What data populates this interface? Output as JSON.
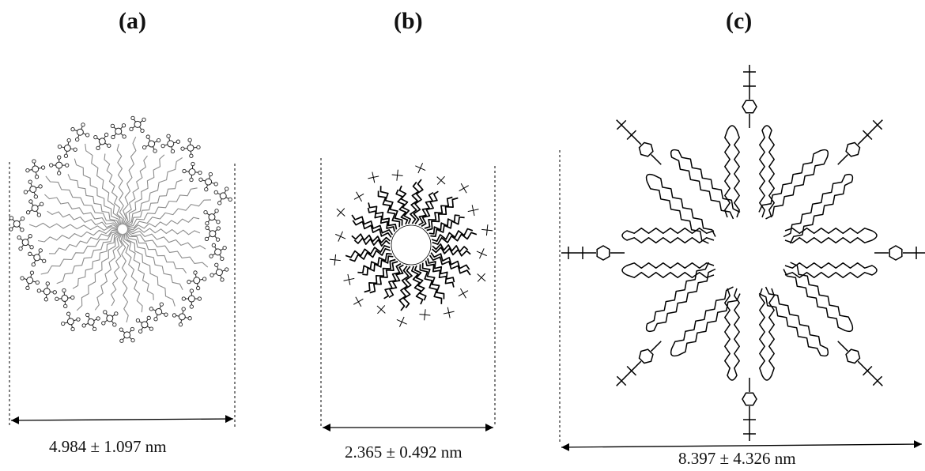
{
  "panels": [
    {
      "id": "a",
      "label": "(a)",
      "size_text": "4.984 ± 1.097 nm"
    },
    {
      "id": "b",
      "label": "(b)",
      "size_text": "2.365 ± 0.492 nm"
    },
    {
      "id": "c",
      "label": "(c)",
      "size_text": "8.397 ± 4.326 nm"
    }
  ]
}
